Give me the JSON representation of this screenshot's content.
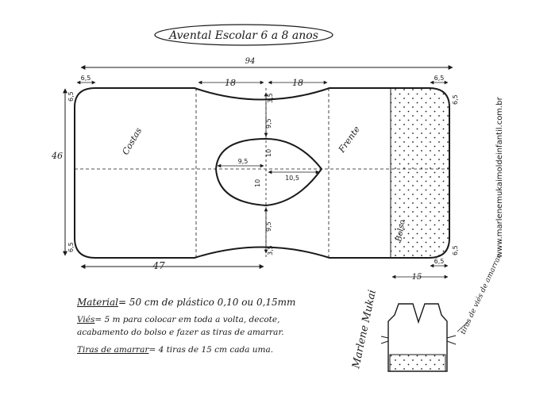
{
  "title": "Avental Escolar  6 a 8 anos",
  "dimensions": {
    "total_width": "94",
    "height": "46",
    "corner_left_top_h": "6,5",
    "corner_left_top_v": "6,5",
    "corner_left_bottom_v": "6,5",
    "neck_left": "18",
    "neck_right": "18",
    "neck_depth_top": "3,5",
    "neck_depth_bottom": "3,5",
    "head_top_offset": "9,5",
    "head_top": "10",
    "head_bottom": "10",
    "head_bottom_offset": "9,5",
    "head_left": "9,5",
    "head_right": "10,5",
    "back_width": "47",
    "corner_right_top_h": "6,5",
    "corner_right_top_v": "6,5",
    "corner_right_bottom_v": "6,5",
    "corner_right_bottom_h": "6,5",
    "pocket_width": "15"
  },
  "labels": {
    "back": "Costas",
    "front": "Frente",
    "pocket": "Bolso",
    "website": "www.marlenemukaimoldeinfantil.com.br",
    "ties_note": "tiras de viés de amarrar",
    "signature": "Marlene Mukai"
  },
  "notes": {
    "material_label": "Material",
    "material_text": "= 50 cm de plástico 0,10 ou 0,15mm",
    "vies_label": "Viés",
    "vies_text": "= 5 m para colocar em toda a volta, decote,",
    "vies_text2": "acabamento do bolso e fazer as tiras de amarrar.",
    "tiras_label": "Tiras de amarrar",
    "tiras_text": "= 4 tiras de 15 cm cada uma."
  }
}
